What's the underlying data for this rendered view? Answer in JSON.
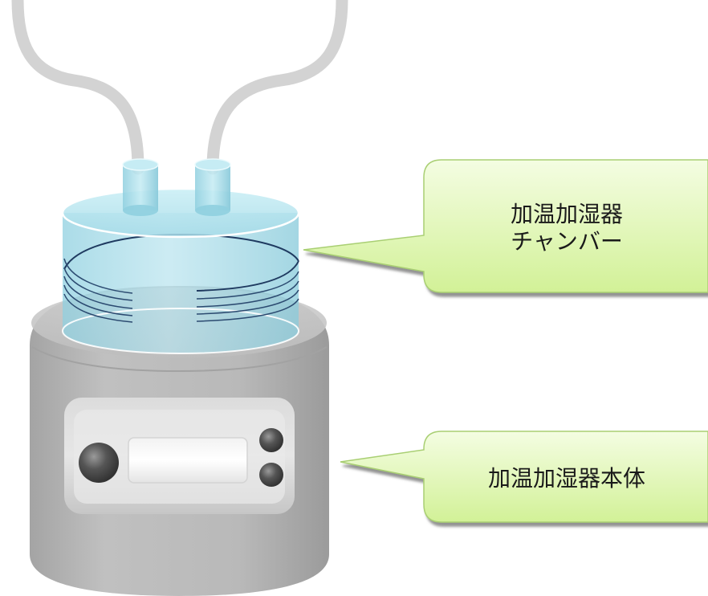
{
  "callouts": {
    "chamber": {
      "lines": [
        "加温加湿器",
        "チャンバー"
      ]
    },
    "body": {
      "label": "加温加湿器本体"
    }
  },
  "colors": {
    "callout_fill_top": "#f4fde2",
    "callout_fill_bottom": "#d2f197",
    "callout_border": "#a9cf73",
    "chamber_water": "#9fd6e3",
    "coil_wire": "#1f3a60",
    "tube": "#d3d3d3",
    "base_body": "#b4b4b4",
    "knob": "#4a4a4a"
  },
  "icons": {
    "tubes": "breathing-circuit-tubes",
    "chamber": "humidifier-chamber",
    "base": "humidifier-base-unit"
  }
}
